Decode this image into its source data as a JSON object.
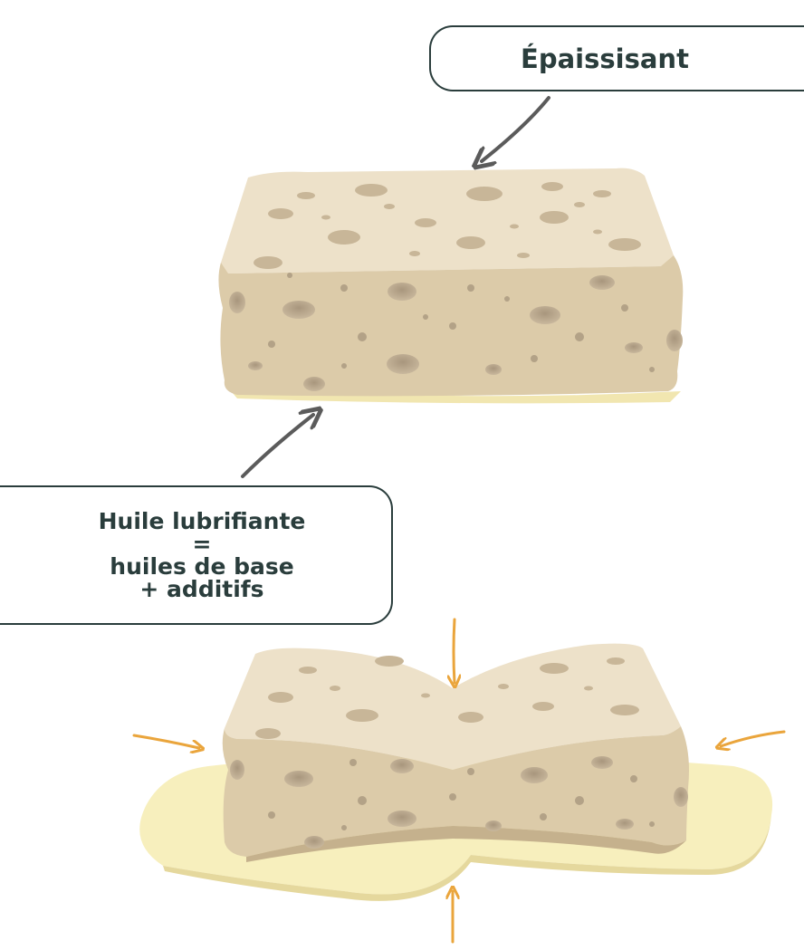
{
  "labels": {
    "thickener": "Épaissisant",
    "lubricating_oil": {
      "line1": "Huile lubrifiante",
      "line2": "=",
      "line3": "huiles de base",
      "line4": "+ additifs"
    }
  },
  "colors": {
    "callout_border": "#2a3d3c",
    "text": "#2a3d3c",
    "sponge_top": "#ece0c8",
    "sponge_side": "#ddcdae",
    "pore": "#b9a78e",
    "oil": "#f6efb8",
    "arrow_dark": "#5b5b5b",
    "arrow_orange": "#eaa53c"
  }
}
